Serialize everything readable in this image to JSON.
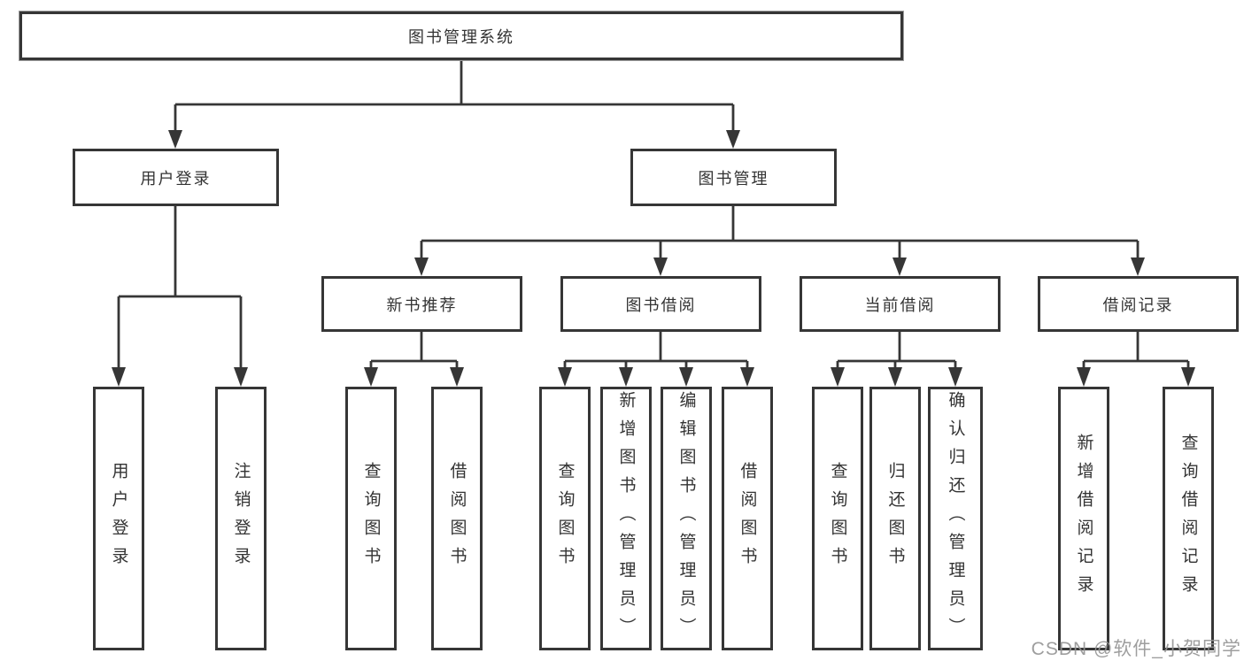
{
  "diagram": {
    "title_node": "图书管理系统",
    "colors": {
      "line": "#363636",
      "box_border": "#363636",
      "text": "#333333",
      "watermark": "#949494",
      "background": "#ffffff"
    },
    "nodes": {
      "root": {
        "label": "图书管理系统"
      },
      "level2": {
        "user_login": {
          "label": "用户登录"
        },
        "book_management": {
          "label": "图书管理"
        }
      },
      "level3": {
        "new_book_recommend": {
          "label": "新书推荐"
        },
        "book_borrow": {
          "label": "图书借阅"
        },
        "current_borrow": {
          "label": "当前借阅"
        },
        "borrow_record": {
          "label": "借阅记录"
        }
      },
      "leaves": {
        "user_login_leaf": {
          "label": "用户登录",
          "parent": "用户登录"
        },
        "logout_leaf": {
          "label": "注销登录",
          "parent": "用户登录"
        },
        "rec_query_books": {
          "label": "查询图书",
          "parent": "新书推荐"
        },
        "rec_borrow_books": {
          "label": "借阅图书",
          "parent": "新书推荐"
        },
        "bb_query_books": {
          "label": "查询图书",
          "parent": "图书借阅"
        },
        "bb_add_books": {
          "label": "新增图书（管理员）",
          "parent": "图书借阅"
        },
        "bb_edit_books": {
          "label": "编辑图书（管理员）",
          "parent": "图书借阅"
        },
        "bb_borrow_books": {
          "label": "借阅图书",
          "parent": "图书借阅"
        },
        "cb_query_books": {
          "label": "查询图书",
          "parent": "当前借阅"
        },
        "cb_return_books": {
          "label": "归还图书",
          "parent": "当前借阅"
        },
        "cb_confirm_return": {
          "label": "确认归还（管理员）",
          "parent": "当前借阅"
        },
        "br_add_record": {
          "label": "新增借阅记录",
          "parent": "借阅记录"
        },
        "br_query_record": {
          "label": "查询借阅记录",
          "parent": "借阅记录"
        }
      }
    }
  },
  "watermark": {
    "text": "CSDN @软件_小贺同学"
  }
}
